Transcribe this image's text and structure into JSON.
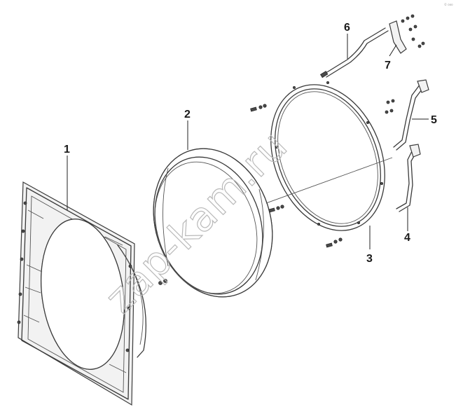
{
  "corner_mark": "© ooo",
  "watermark": "zap-kam.ru",
  "callouts": [
    {
      "number": "1",
      "part": "fan-shroud"
    },
    {
      "number": "2",
      "part": "shroud-ring"
    },
    {
      "number": "3",
      "part": "mounting-ring"
    },
    {
      "number": "4",
      "part": "lower-support-tube"
    },
    {
      "number": "5",
      "part": "upper-support-tube"
    },
    {
      "number": "6",
      "part": "top-support-rod"
    },
    {
      "number": "7",
      "part": "mounting-bracket"
    }
  ],
  "colors": {
    "line": "#3a3a3a",
    "fill": "#f2f2f2",
    "watermark": "#b9b9b9"
  }
}
